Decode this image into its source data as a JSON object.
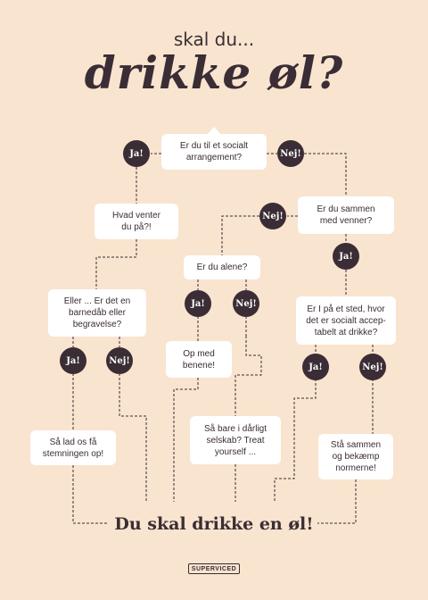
{
  "header": {
    "subtitle": "skal du...",
    "title": "drikke øl?"
  },
  "labels": {
    "yes": "Ja!",
    "no": "Nej!"
  },
  "nodes": {
    "social_event": "Er du til et socialt\narrangement?",
    "waiting": "Hvad venter\ndu på?!",
    "christening": "Eller ... Er det en\nbarnedåb eller\nbegravelse?",
    "lift_mood": "Så lad os få\nstemningen op!",
    "with_friends": "Er du sammen\nmed venner?",
    "alone": "Er du alene?",
    "feet_up": "Op med\nbenene!",
    "bad_company": "Så bare i dårligt\nselskab? Treat\nyourself ...",
    "acceptable_place": "Er I på et sted, hvor\ndet er socialt accep-\ntabelt at drikke?",
    "stand_together": "Stå sammen\nog bekæmp\nnormerne!"
  },
  "conclusion": "Du skal drikke en øl!",
  "brand": "SUPERVICED",
  "colors": {
    "background": "#f9e4cf",
    "ink": "#3a2d35",
    "box": "#ffffff"
  }
}
